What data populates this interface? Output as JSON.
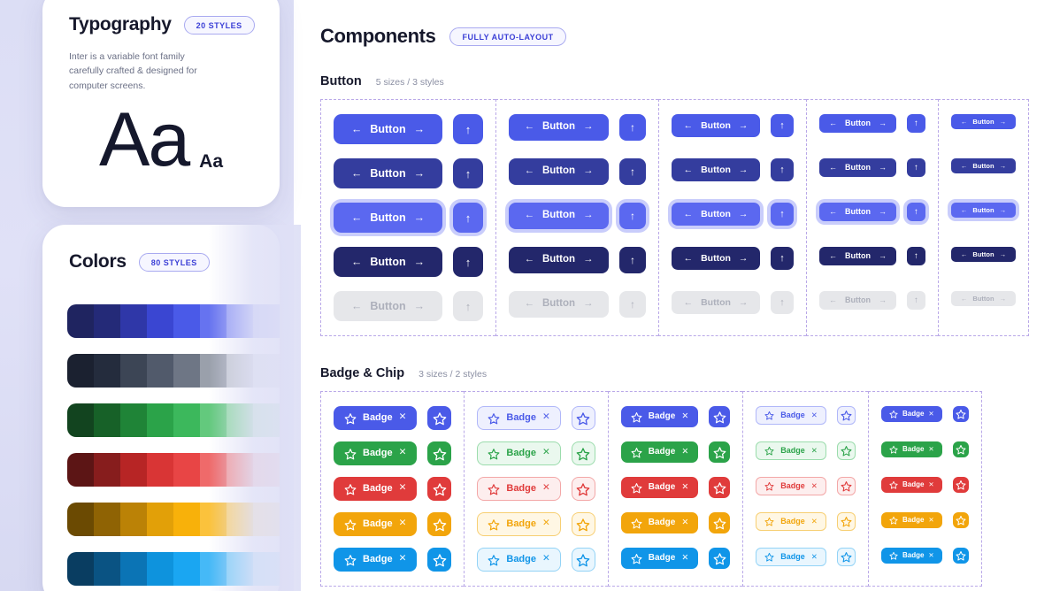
{
  "typography": {
    "title": "Typography",
    "badge": "20 STYLES",
    "description": "Inter is a variable font family carefully crafted & designed for computer screens.",
    "sample_large": "Aa",
    "sample_small": "Aa"
  },
  "colors": {
    "title": "Colors",
    "badge": "80 STYLES",
    "ramps": [
      {
        "name": "indigo",
        "swatches": [
          "#1f2460",
          "#242a78",
          "#2f37a8",
          "#3a46d2",
          "#4a5ae8",
          "#6673f0",
          "#8e97f5",
          "#b0b7f9",
          "#ced3fc",
          "#eef0fe"
        ]
      },
      {
        "name": "gray",
        "swatches": [
          "#1b2130",
          "#242c3d",
          "#3c4555",
          "#515a6b",
          "#6e7685",
          "#9aa0ab",
          "#c3c7ce",
          "#dcdfe3",
          "#eef0f2",
          "#f8f9fa"
        ]
      },
      {
        "name": "green",
        "swatches": [
          "#12441f",
          "#176128",
          "#1f8437",
          "#2ba349",
          "#3cb85c",
          "#63c97d",
          "#8dd9a0",
          "#b2e6bf",
          "#cdefd6",
          "#e8f8ec"
        ]
      },
      {
        "name": "red",
        "swatches": [
          "#5c1515",
          "#871d1d",
          "#b72525",
          "#d93535",
          "#e84545",
          "#ef6a6a",
          "#f49393",
          "#f8b6b6",
          "#fbd2d2",
          "#fdeeee"
        ]
      },
      {
        "name": "amber",
        "swatches": [
          "#6b4a02",
          "#8f6304",
          "#bb8206",
          "#e2a008",
          "#f8b10a",
          "#fbc23c",
          "#fdd372",
          "#fde3a3",
          "#fef0c9",
          "#fff8e8"
        ]
      },
      {
        "name": "blue",
        "swatches": [
          "#093d61",
          "#0a5383",
          "#0b74b5",
          "#0e93dd",
          "#1aa6f2",
          "#45b9f7",
          "#78cefa",
          "#a5defc",
          "#c9ecfd",
          "#e9f7ff"
        ]
      }
    ]
  },
  "components": {
    "title": "Components",
    "badge": "FULLY AUTO-LAYOUT",
    "button_section": {
      "title": "Button",
      "meta": "5 sizes / 3 styles",
      "label": "Button",
      "arrow_left": "←",
      "arrow_right": "→",
      "arrow_up": "↑",
      "sizes": [
        "sz1",
        "sz2",
        "sz3",
        "sz4",
        "sz5"
      ],
      "states": [
        {
          "name": "default",
          "class": "st-default",
          "accent": "#4a5ae8"
        },
        {
          "name": "hover",
          "class": "st-hover",
          "accent": "#343d9e"
        },
        {
          "name": "focus",
          "class": "st-focus",
          "accent": "#5b68f0"
        },
        {
          "name": "pressed",
          "class": "st-pressed",
          "accent": "#23276b"
        },
        {
          "name": "disabled",
          "class": "st-disabled",
          "accent": "#e6e7ea"
        }
      ]
    },
    "badge_section": {
      "title": "Badge & Chip",
      "meta": "3 sizes / 2 styles",
      "label": "Badge",
      "close_glyph": "✕",
      "colors": [
        {
          "name": "indigo",
          "solid": "#4a5ae8",
          "soft_bg": "#eef0fe",
          "soft_border": "#b0b7f9",
          "soft_text": "#4a5ae8"
        },
        {
          "name": "green",
          "solid": "#2ba349",
          "soft_bg": "#eaf8ee",
          "soft_border": "#9bdcac",
          "soft_text": "#2ba349"
        },
        {
          "name": "red",
          "solid": "#e03b3b",
          "soft_bg": "#fdeeee",
          "soft_border": "#f3a7a7",
          "soft_text": "#e03b3b"
        },
        {
          "name": "amber",
          "solid": "#f2a50b",
          "soft_bg": "#fff7e4",
          "soft_border": "#f7cf73",
          "soft_text": "#f2a50b"
        },
        {
          "name": "blue",
          "solid": "#1095e8",
          "soft_bg": "#e9f6fe",
          "soft_border": "#93d3f6",
          "soft_text": "#1095e8"
        }
      ],
      "variants": [
        {
          "size": "bsz1",
          "style": "solid"
        },
        {
          "size": "bsz1",
          "style": "soft"
        },
        {
          "size": "bsz2",
          "style": "solid"
        },
        {
          "size": "bsz3",
          "style": "soft"
        },
        {
          "size": "bsz4",
          "style": "solid"
        }
      ]
    }
  }
}
